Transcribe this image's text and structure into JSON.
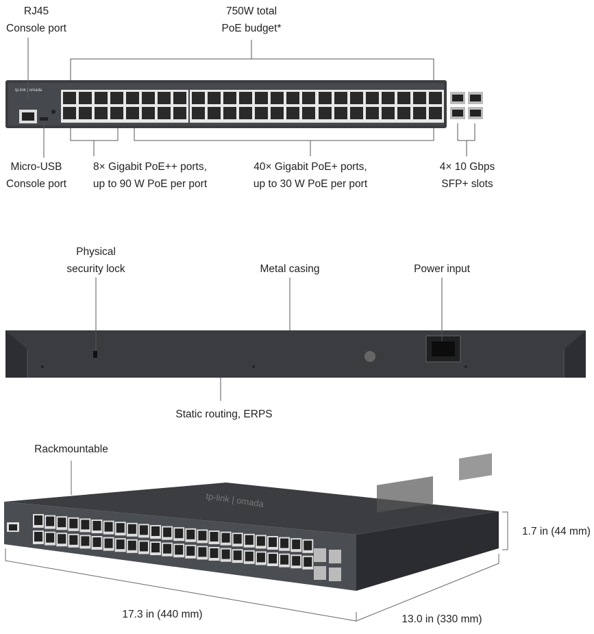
{
  "front_view": {
    "labels": {
      "rj45_console": [
        "RJ45",
        "Console port"
      ],
      "poe_budget": [
        "750W total",
        "PoE budget*"
      ],
      "micro_usb_console": [
        "Micro-USB",
        "Console port"
      ],
      "poe_plus_plus": [
        "8× Gigabit PoE++ ports,",
        "up to 90 W PoE per port"
      ],
      "poe_plus": [
        "40× Gigabit PoE+ ports,",
        "up to 30 W PoE per port"
      ],
      "sfp_slots": [
        "4× 10 Gbps",
        "SFP+ slots"
      ]
    },
    "logo": "tp-link | omada"
  },
  "rear_view": {
    "labels": {
      "security_lock": [
        "Physical",
        "security lock"
      ],
      "metal_casing": "Metal casing",
      "power_input": "Power input",
      "static_routing": "Static routing, ERPS"
    }
  },
  "side_view": {
    "labels": {
      "rackmountable": "Rackmountable",
      "width": "17.3 in (440 mm)",
      "depth": "13.0 in (330 mm)",
      "height": "1.7 in (44 mm)"
    }
  },
  "colors": {
    "chassis": "#3a3c3f",
    "lines": "#555555",
    "port_bg": "#e8e8e8"
  }
}
